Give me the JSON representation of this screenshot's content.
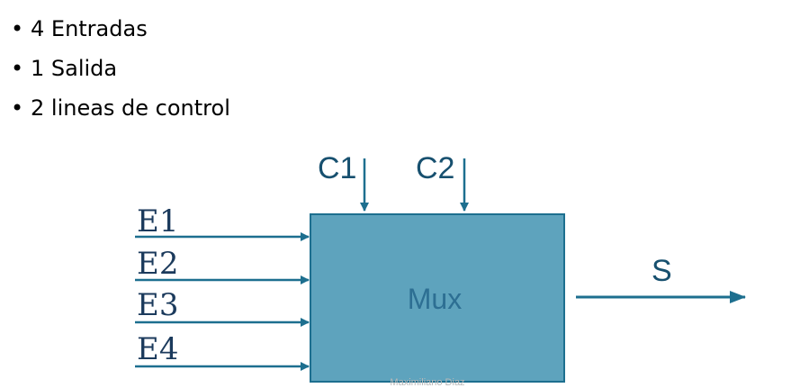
{
  "bullets": [
    {
      "marker": "•",
      "text": "4 Entradas"
    },
    {
      "marker": "•",
      "text": "1 Salida"
    },
    {
      "marker": "•",
      "text": "2 lineas de control"
    }
  ],
  "diagram": {
    "block_label": "Mux",
    "inputs": [
      "E1",
      "E2",
      "E3",
      "E4"
    ],
    "controls": [
      "C1",
      "C2"
    ],
    "output": "S",
    "watermark": "Maximiliano Diaz",
    "colors": {
      "block_fill": "#5ea3bd",
      "block_stroke": "#1d6f8f",
      "arrow": "#1d6f8f"
    }
  }
}
